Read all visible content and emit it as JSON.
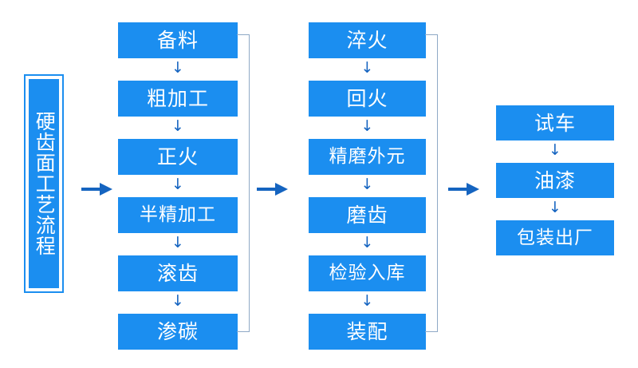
{
  "diagram": {
    "title_plate": {
      "label": "硬齿面工艺流程"
    },
    "columns": [
      {
        "name": "column-1",
        "steps": [
          {
            "label": "备料"
          },
          {
            "label": "粗加工"
          },
          {
            "label": "正火"
          },
          {
            "label": "半精加工"
          },
          {
            "label": "滚齿"
          },
          {
            "label": "渗碳"
          }
        ]
      },
      {
        "name": "column-2",
        "steps": [
          {
            "label": "淬火"
          },
          {
            "label": "回火"
          },
          {
            "label": "精磨外元"
          },
          {
            "label": "磨齿"
          },
          {
            "label": "检验入库"
          },
          {
            "label": "装配"
          }
        ]
      },
      {
        "name": "column-3",
        "steps": [
          {
            "label": "试车"
          },
          {
            "label": "油漆"
          },
          {
            "label": "包装出厂"
          }
        ]
      }
    ],
    "arrows": {
      "down_glyph": "↓",
      "right_glyph": "→"
    },
    "colors": {
      "box_fill": "#1b8ef0",
      "box_text": "#ffffff",
      "arrow": "#1564c0",
      "connector_line": "#8fa9c6",
      "background": "#ffffff"
    }
  }
}
